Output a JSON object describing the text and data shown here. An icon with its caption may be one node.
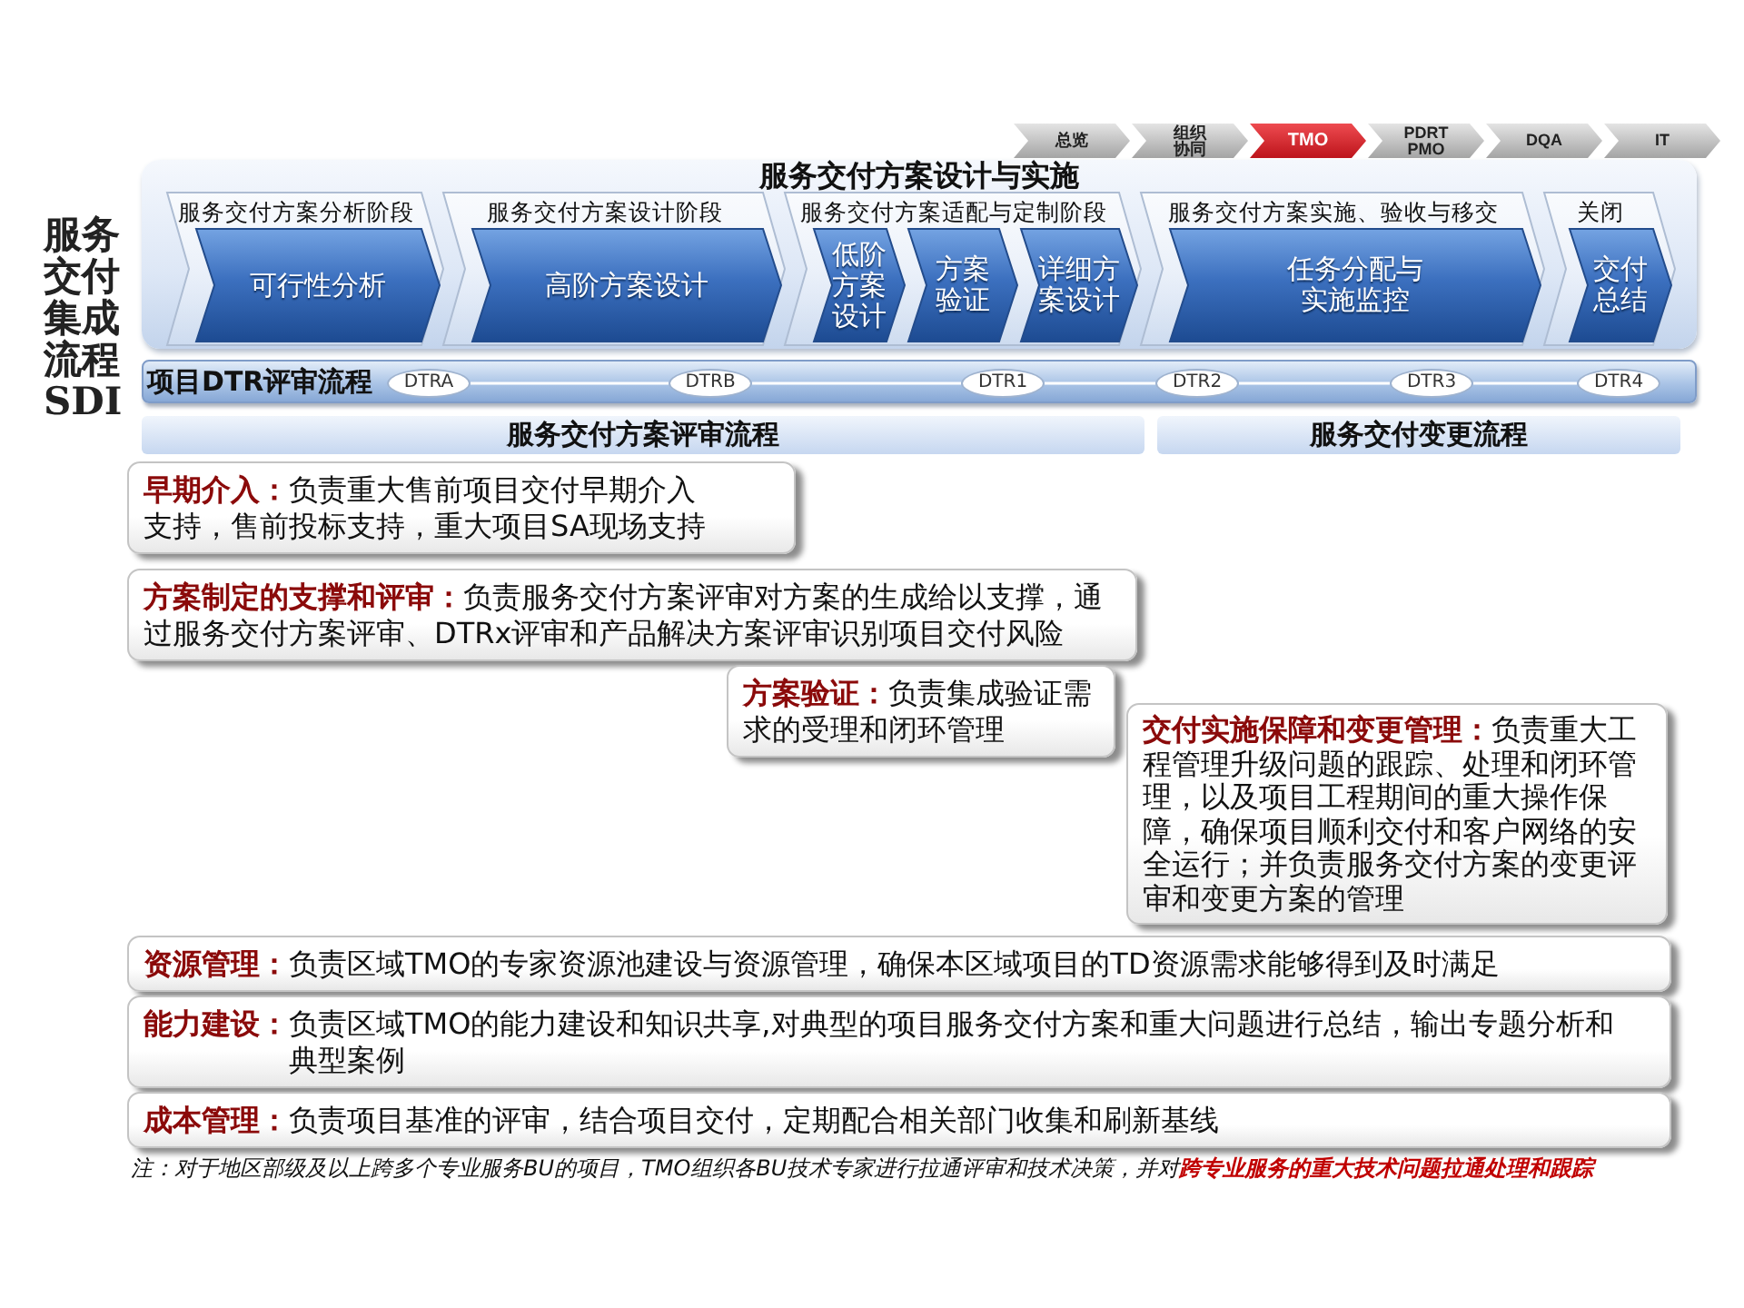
{
  "diagram": {
    "nodes": [
      {
        "text": [
          "总览"
        ]
      },
      {
        "text": [
          "组织协同"
        ]
      },
      {
        "text": [
          "TMO"
        ]
      },
      {
        "text": [
          "PDRT PMO"
        ]
      },
      {
        "text": [
          "DQA"
        ]
      },
      {
        "text": [
          "IT"
        ]
      },
      {
        "text": [
          "服务交付方案设计与实施"
        ]
      },
      {
        "text": [
          "服务交付方案分析阶段"
        ],
        "in": 6
      },
      {
        "text": [
          "可行性分析"
        ],
        "in": 7
      },
      {
        "text": [
          "服务交付方案设计阶段"
        ],
        "in": 6
      },
      {
        "text": [
          "高阶方案设计"
        ],
        "in": 9
      },
      {
        "text": [
          "服务交付方案适配与定制阶段"
        ],
        "in": 6
      },
      {
        "text": [
          "低阶方案设计"
        ],
        "in": 11
      },
      {
        "text": [
          "方案验证"
        ],
        "in": 11
      },
      {
        "text": [
          "详细方案设计"
        ],
        "in": 11
      },
      {
        "text": [
          "服务交付方案实施、验收与移交"
        ],
        "in": 6
      },
      {
        "text": [
          "任务分配与实施监控"
        ],
        "in": 15
      },
      {
        "text": [
          "关闭"
        ],
        "in": 6
      },
      {
        "text": [
          "交付总结"
        ],
        "in": 17
      },
      {
        "text": [
          "项目DTR评审流程"
        ]
      },
      {
        "text": [
          "DTRA"
        ],
        "in": 19
      },
      {
        "text": [
          "DTRB"
        ],
        "in": 19
      },
      {
        "text": [
          "DTR1"
        ],
        "in": 19
      },
      {
        "text": [
          "DTR2"
        ],
        "in": 19
      },
      {
        "text": [
          "DTR3"
        ],
        "in": 19
      },
      {
        "text": [
          "DTR4"
        ],
        "in": 19
      },
      {
        "text": [
          "服务交付方案评审流程"
        ]
      },
      {
        "text": [
          "服务交付变更流程"
        ]
      },
      {
        "text": [
          "**早期介入：**负责重大售前项目交付早期介入支持，售前投标支持，重大项目SA现场支持"
        ]
      },
      {
        "text": [
          "**方案制定的支撑和评审：**负责服务交付方案评审对方案的生成给以支撑，通过服务交付方案评审、DTRx评审和产品解决方案评审识别项目交付风险"
        ]
      },
      {
        "text": [
          "**方案验证：**负责集成验证需求的受理和闭环管理"
        ]
      },
      {
        "text": [
          "**交付实施保障和变更管理：**负责重大工程管理升级问题的跟踪、处理和闭环管理，以及项目工程期间的重大操作保障，确保项目顺利交付和客户网络的安全运行；并负责服务交付方案的变更评审和变更方案的管理"
        ]
      },
      {
        "text": [
          "**资源管理：**负责区域TMO的专家资源池建设与资源管理，确保本区域项目的TD资源需求能够得到及时满足"
        ]
      },
      {
        "text": [
          "**能力建设：**负责区域TMO的能力建设和知识共享,对典型的项目服务交付方案和重大问题进行总结，输出专题分析和典型案例"
        ]
      },
      {
        "text": [
          "**成本管理：**负责项目基准的评审，结合项目交付，定期配合相关部门收集和刷新基线"
        ]
      }
    ],
    "edges": [
      {
        "from": 20,
        "to": 21,
        "arrow": "none"
      },
      {
        "from": 21,
        "to": 22,
        "arrow": "none"
      },
      {
        "from": 22,
        "to": 23,
        "arrow": "none"
      },
      {
        "from": 23,
        "to": 24,
        "arrow": "none"
      },
      {
        "from": 24,
        "to": 25,
        "arrow": "none"
      }
    ],
    "labels": [
      "服务交付集成流程SDI",
      "注：对于地区部级及以上跨多个专业服务BU的项目，TMO组织各BU技术专家进行拉通评审和技术决策，并对**跨专业服务的重大技术问题拉通处理和跟踪**"
    ]
  }
}
